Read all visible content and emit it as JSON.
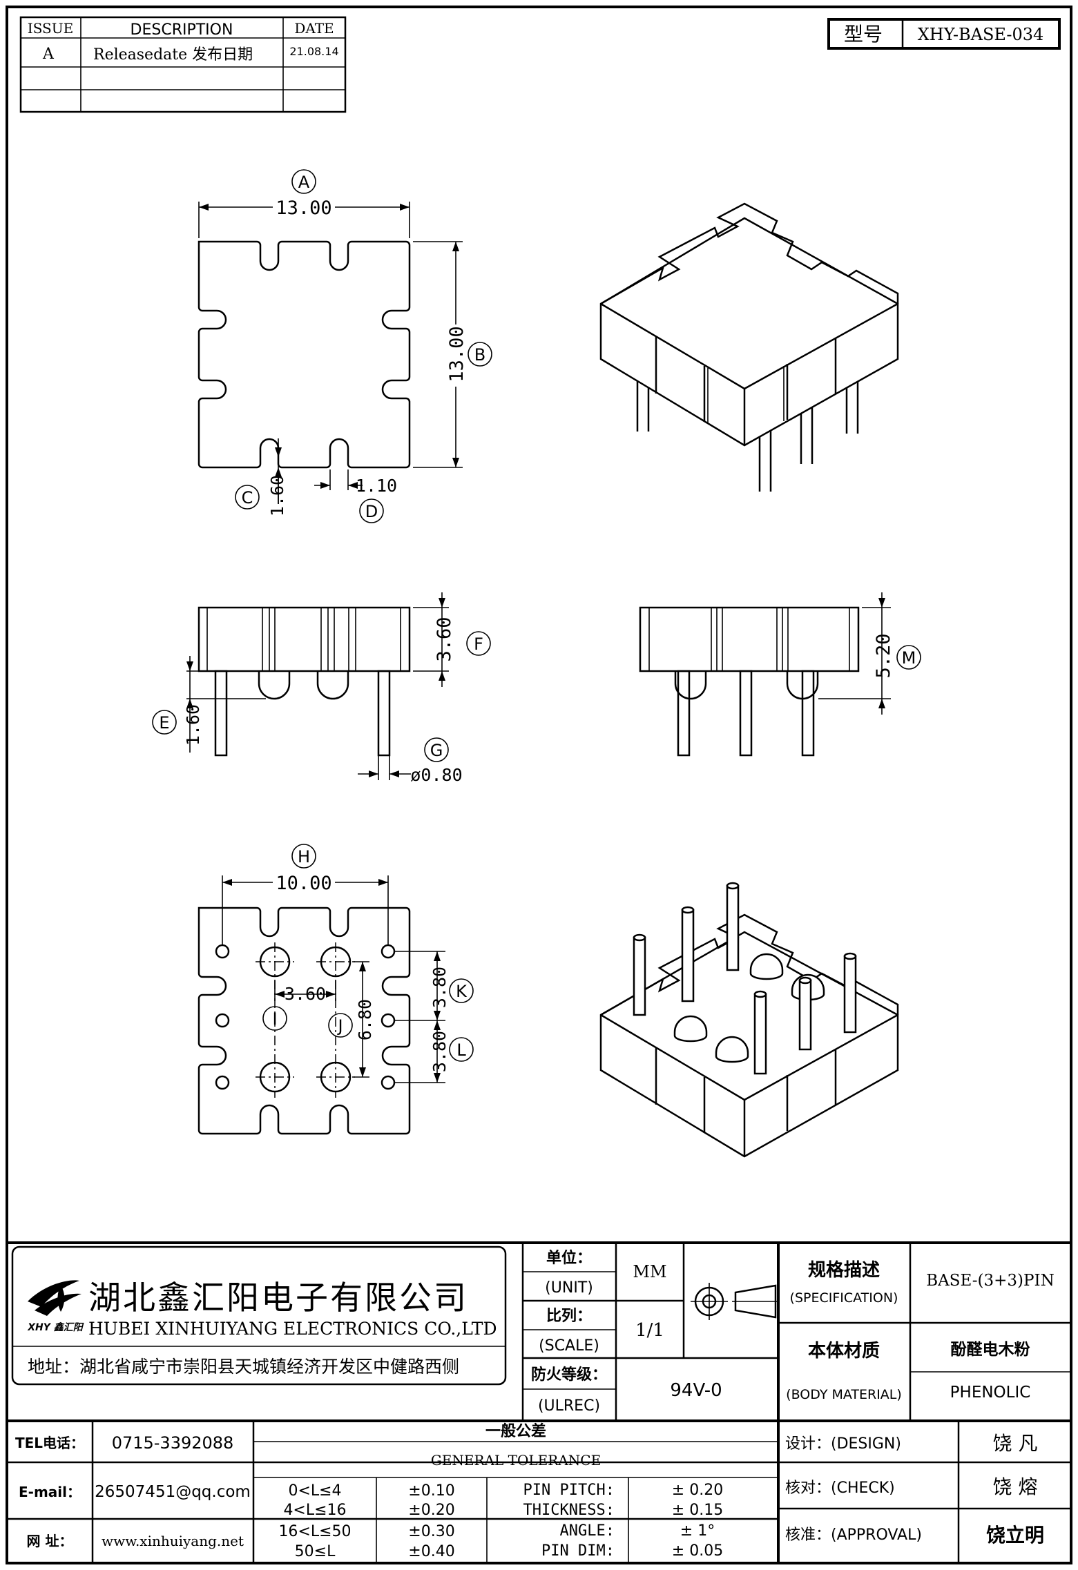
{
  "revision_table": {
    "headers": {
      "issue": "ISSUE",
      "description": "DESCRIPTION",
      "date": "DATE"
    },
    "rows": [
      {
        "issue": "A",
        "description": "Releasedate 发布日期",
        "date": "21.08.14"
      }
    ]
  },
  "model": {
    "label": "型号",
    "value": "XHY-BASE-034"
  },
  "dimensions": {
    "A": {
      "tag": "A",
      "value": "13.00"
    },
    "B": {
      "tag": "B",
      "value": "13.00"
    },
    "C": {
      "tag": "C",
      "value": "1.60"
    },
    "D": {
      "tag": "D",
      "value": "1.10"
    },
    "E": {
      "tag": "E",
      "value": "1.60"
    },
    "F": {
      "tag": "F",
      "value": "3.60"
    },
    "G": {
      "tag": "G",
      "value": "ø0.80"
    },
    "H": {
      "tag": "H",
      "value": "10.00"
    },
    "I": {
      "tag": "I",
      "value": "3.60"
    },
    "J": {
      "tag": "J",
      "value": "6.80"
    },
    "K": {
      "tag": "K",
      "value": "3.80"
    },
    "L": {
      "tag": "L",
      "value": "3.80"
    },
    "M": {
      "tag": "M",
      "value": "5.20"
    }
  },
  "company": {
    "name_cn": "湖北鑫汇阳电子有限公司",
    "name_en": "HUBEI XINHUIYANG ELECTRONICS CO.,LTD",
    "logo_text": "XHY 鑫汇阳",
    "address": "地址：湖北省咸宁市崇阳县天城镇经济开发区中健路西侧",
    "tel_label": "TEL电话：",
    "tel": "0715-3392088",
    "email_label": "E-mail：",
    "email": "26507451@qq.com",
    "web_label": "网  址：",
    "web": "www.xinhuiyang.net"
  },
  "title_block": {
    "unit_label_cn": "单位：",
    "unit_label_en": "(UNIT)",
    "unit_value": "MM",
    "scale_label_cn": "比列：",
    "scale_label_en": "(SCALE)",
    "scale_value": "1/1",
    "ulrec_label_cn": "防火等级：",
    "ulrec_label_en": "(ULREC)",
    "ulrec_value": "94V-0",
    "spec_label_cn": "规格描述",
    "spec_label_en": "(SPECIFICATION)",
    "spec_value": "BASE-(3+3)PIN",
    "material_label_cn": "本体材质",
    "material_label_en": "(BODY MATERIAL)",
    "material_cn": "酚醛电木粉",
    "material_en": "PHENOLIC",
    "design_label": "设计：(DESIGN)",
    "design_value": "饶  凡",
    "check_label": "核对：(CHECK)",
    "check_value": "饶  熔",
    "approval_label": "核准：(APPROVAL)",
    "approval_value": "饶立明"
  },
  "tolerance": {
    "title_cn": "一般公差",
    "title_en": "GENERAL TOLERANCE",
    "ranges": [
      {
        "range": "0<L≤4",
        "tol": "±0.10"
      },
      {
        "range": "4<L≤16",
        "tol": "±0.20"
      },
      {
        "range": "16<L≤50",
        "tol": "±0.30"
      },
      {
        "range": "50≤L",
        "tol": "±0.40"
      }
    ],
    "others": [
      {
        "label": "PIN PITCH:",
        "tol": "± 0.20"
      },
      {
        "label": "THICKNESS:",
        "tol": "± 0.15"
      },
      {
        "label": "ANGLE:",
        "tol": "± 1°"
      },
      {
        "label": "PIN DIM:",
        "tol": "± 0.05"
      }
    ]
  }
}
